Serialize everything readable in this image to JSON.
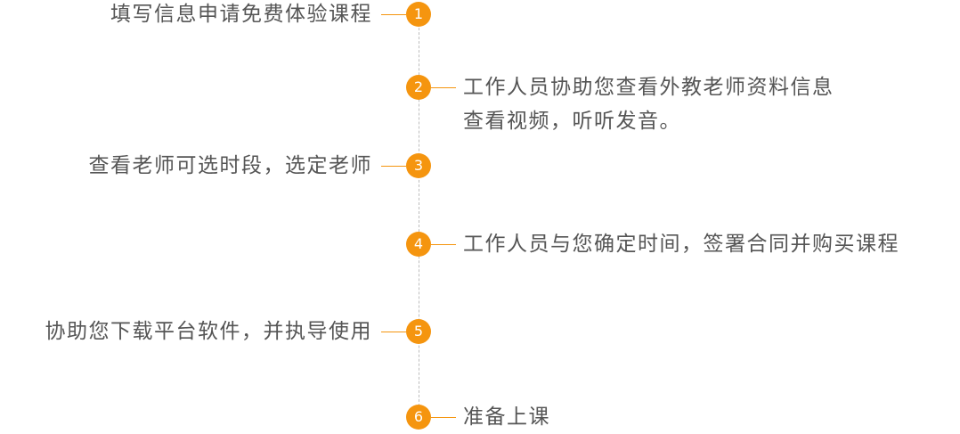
{
  "steps": [
    {
      "number": "1",
      "side": "left",
      "lines": [
        "填写信息申请免费体验课程"
      ]
    },
    {
      "number": "2",
      "side": "right",
      "lines": [
        "工作人员协助您查看外教老师资料信息",
        "查看视频，听听发音。"
      ]
    },
    {
      "number": "3",
      "side": "left",
      "lines": [
        "查看老师可选时段，选定老师"
      ]
    },
    {
      "number": "4",
      "side": "right",
      "lines": [
        "工作人员与您确定时间，签署合同并购买课程"
      ]
    },
    {
      "number": "5",
      "side": "left",
      "lines": [
        "协助您下载平台软件，并执导使用"
      ]
    },
    {
      "number": "6",
      "side": "right",
      "lines": [
        "准备上课"
      ]
    }
  ],
  "colors": {
    "accent": "#f5950f",
    "text": "#555555",
    "axis": "#bdbdbd"
  }
}
